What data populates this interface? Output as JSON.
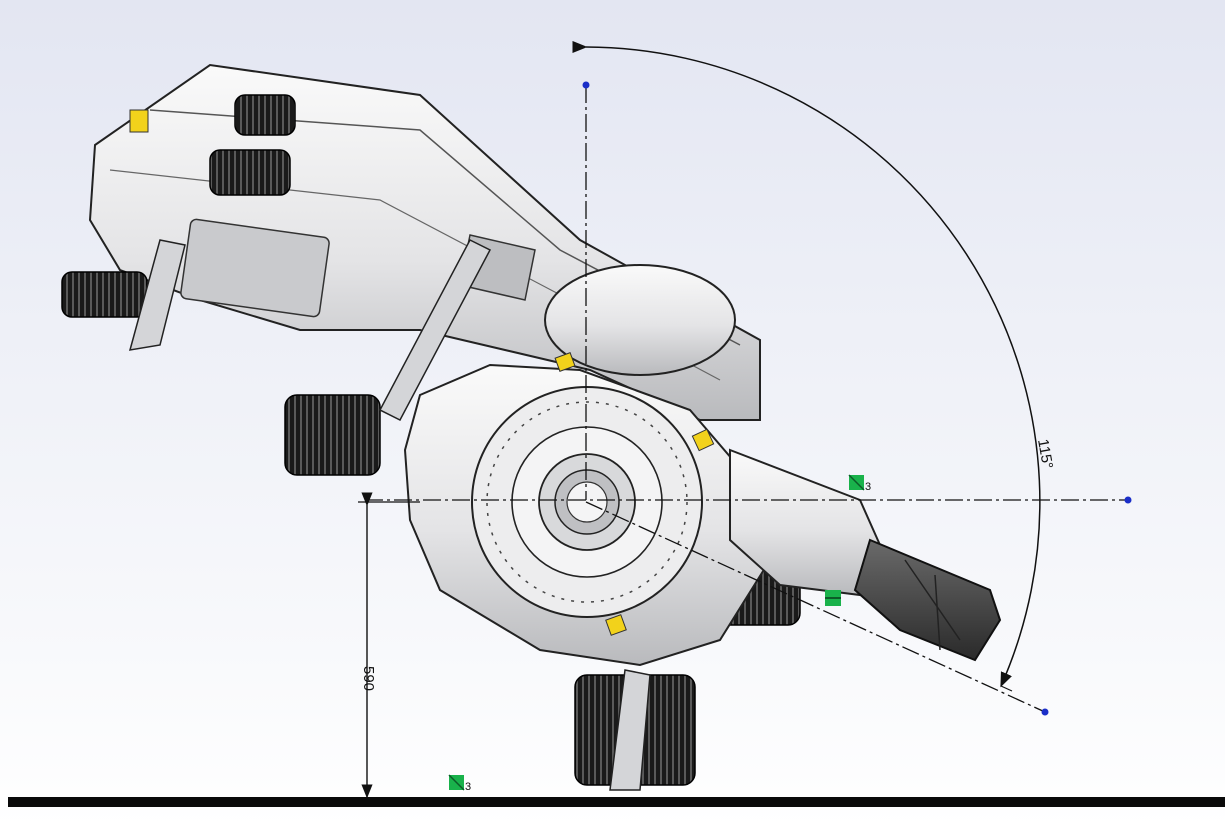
{
  "dimensions": {
    "vertical": {
      "value": "590"
    },
    "angular": {
      "value": "115°"
    }
  },
  "sensor_markers": [
    {
      "label": "3"
    },
    {
      "label": "3"
    }
  ],
  "colors": {
    "line": "#111111",
    "endpoint": "#1a2ec8",
    "marker": "#19b24b",
    "tag": "#f2d21b",
    "ground": "#0a0a0a"
  }
}
